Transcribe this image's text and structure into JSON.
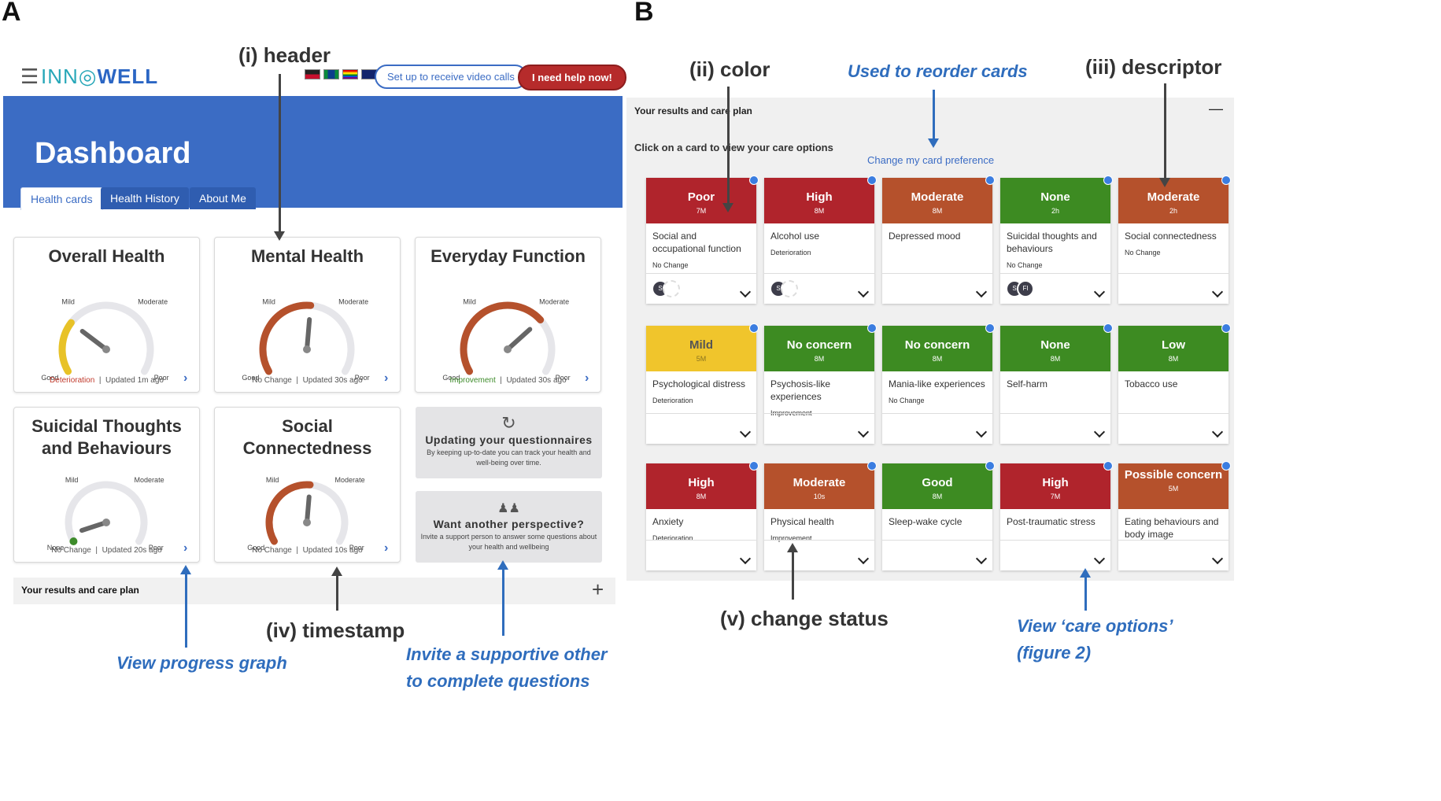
{
  "panel_labels": {
    "a": "A",
    "b": "B"
  },
  "panel_a": {
    "logo_part1": "INN",
    "logo_part2": "WELL",
    "video_button": "Set up to receive video calls",
    "help_button": "I need help now!",
    "dashboard_title": "Dashboard",
    "tabs": [
      "Health cards",
      "Health History",
      "About Me"
    ],
    "gauges": [
      {
        "title": "Overall Health",
        "left_label": "Good",
        "mid_left_label": "Mild",
        "mid_right_label": "Moderate",
        "right_label": "Poor",
        "level": 0.28,
        "status": "Deterioration",
        "status_color": "#c0392b",
        "updated": "Updated 1m ago",
        "arc_color": "#e8c227"
      },
      {
        "title": "Mental Health",
        "left_label": "Good",
        "mid_left_label": "Mild",
        "mid_right_label": "Moderate",
        "right_label": "Poor",
        "level": 0.52,
        "status": "No Change",
        "status_color": "#555555",
        "updated": "Updated 30s ago",
        "arc_color": "#b5512c"
      },
      {
        "title": "Everyday Function",
        "left_label": "Good",
        "mid_left_label": "Mild",
        "mid_right_label": "Moderate",
        "right_label": "Poor",
        "level": 0.7,
        "status": "Improvement",
        "status_color": "#3d8b2a",
        "updated": "Updated 30s ago",
        "arc_color": "#b5512c"
      },
      {
        "title_line1": "Suicidal Thoughts",
        "title_line2": "and Behaviours",
        "left_label": "None",
        "mid_left_label": "Mild",
        "mid_right_label": "Moderate",
        "right_label": "Poor",
        "level": 0.05,
        "status": "No Change",
        "status_color": "#555555",
        "updated": "Updated 20s ago",
        "arc_color": "#3d8b2a"
      },
      {
        "title_line1": "Social",
        "title_line2": "Connectedness",
        "left_label": "Good",
        "mid_left_label": "Mild",
        "mid_right_label": "Moderate",
        "right_label": "Poor",
        "level": 0.52,
        "status": "No Change",
        "status_color": "#555555",
        "updated": "Updated 10s ago",
        "arc_color": "#b5512c"
      }
    ],
    "update_card": {
      "title": "Updating your questionnaires",
      "body_line1": "By keeping up-to-date you can track your health and",
      "body_line2": "well-being over time.",
      "icon": "refresh-icon"
    },
    "perspective_card": {
      "title": "Want another perspective?",
      "body_line1": "Invite a support person to answer some questions about",
      "body_line2": "your health and wellbeing",
      "icon": "people-icon"
    },
    "results_bar": {
      "title": "Your results and care plan",
      "toggle": "+"
    },
    "callouts": {
      "header": "(i) header",
      "timestamp": "(iv)  timestamp",
      "progress_line": "View progress graph",
      "invite_line1": "Invite a supportive other",
      "invite_line2": "to complete questions"
    }
  },
  "panel_b": {
    "title": "Your results and care plan",
    "collapse": "—",
    "instruction": "Click on a card to view your care options",
    "preference_link": "Change my card preference",
    "callouts": {
      "color": "(ii) color",
      "reorder": "Used to reorder cards",
      "descriptor": "(iii) descriptor",
      "change_status": "(v) change status",
      "view_line1": "View ‘care options’",
      "view_line2": "(figure 2)"
    },
    "cards": [
      {
        "level": "Poor",
        "time": "7M",
        "name": "Social and occupational function",
        "status": "No Change",
        "color": "#b0242c",
        "avatars": [
          "S",
          ""
        ]
      },
      {
        "level": "High",
        "time": "8M",
        "name": "Alcohol use",
        "status": "Deterioration",
        "color": "#b0242c",
        "avatars": [
          "S",
          ""
        ]
      },
      {
        "level": "Moderate",
        "time": "8M",
        "name": "Depressed mood",
        "status": "",
        "color": "#b5512c",
        "avatars": []
      },
      {
        "level": "None",
        "time": "2h",
        "name": "Suicidal thoughts and behaviours",
        "status": "No Change",
        "color": "#3d8b22",
        "avatars": [
          "S",
          "FI"
        ]
      },
      {
        "level": "Moderate",
        "time": "2h",
        "name": "Social connectedness",
        "status": "No Change",
        "color": "#b5512c",
        "avatars": []
      },
      {
        "level": "Mild",
        "time": "5M",
        "name": "Psychological distress",
        "status": "Deterioration",
        "color": "#f0c52c",
        "avatars": []
      },
      {
        "level": "No concern",
        "time": "8M",
        "name": "Psychosis-like experiences",
        "status": "Improvement",
        "color": "#3d8b22",
        "avatars": []
      },
      {
        "level": "No concern",
        "time": "8M",
        "name": "Mania-like experiences",
        "status": "No Change",
        "color": "#3d8b22",
        "avatars": []
      },
      {
        "level": "None",
        "time": "8M",
        "name": "Self-harm",
        "status": "",
        "color": "#3d8b22",
        "avatars": []
      },
      {
        "level": "Low",
        "time": "8M",
        "name": "Tobacco use",
        "status": "",
        "color": "#3d8b22",
        "avatars": []
      },
      {
        "level": "High",
        "time": "8M",
        "name": "Anxiety",
        "status": "Deterioration",
        "color": "#b0242c",
        "avatars": []
      },
      {
        "level": "Moderate",
        "time": "10s",
        "name": "Physical health",
        "status": "Improvement",
        "color": "#b5512c",
        "avatars": []
      },
      {
        "level": "Good",
        "time": "8M",
        "name": "Sleep-wake cycle",
        "status": "",
        "color": "#3d8b22",
        "avatars": []
      },
      {
        "level": "High",
        "time": "7M",
        "name": "Post-traumatic stress",
        "status": "",
        "color": "#b0242c",
        "avatars": []
      },
      {
        "level": "Possible concern",
        "time": "5M",
        "name": "Eating behaviours and body image",
        "status": "",
        "color": "#b5512c",
        "avatars": []
      }
    ]
  }
}
